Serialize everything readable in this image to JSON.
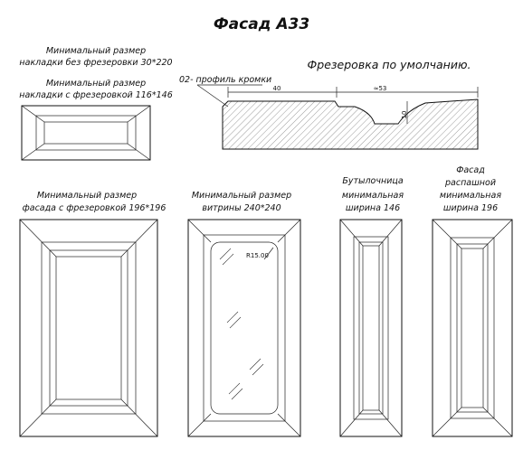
{
  "title": "Фасад А33",
  "milling_note": "Фрезеровка по умолчанию.",
  "profile": {
    "label": "02- профиль кромки",
    "dim_width": "40",
    "dim_approx": "≈53",
    "dim_depth": "10"
  },
  "captions": {
    "overlay_plain": "Минимальный размер накладки без фрезеровки 30*220",
    "overlay_milled_line1": "Минимальный размер",
    "overlay_milled_line2": "накладки с фрезеровкой 116*146",
    "facade_line1": "Минимальный размер",
    "facade_line2": "фасада с фрезеровкой  196*196",
    "showcase_line1": "Минимальный размер",
    "showcase_line2": "витрины 240*240",
    "bottle_line1": "Бутылочница",
    "bottle_line2": "минимальная",
    "bottle_line3": "ширина 146",
    "hinged_line1": "Фасад",
    "hinged_line2": "распашной",
    "hinged_line3": "минимальная",
    "hinged_line4": "ширина 196"
  },
  "showcase_radius": "R15.00",
  "colors": {
    "line": "#111111",
    "background": "#ffffff"
  }
}
